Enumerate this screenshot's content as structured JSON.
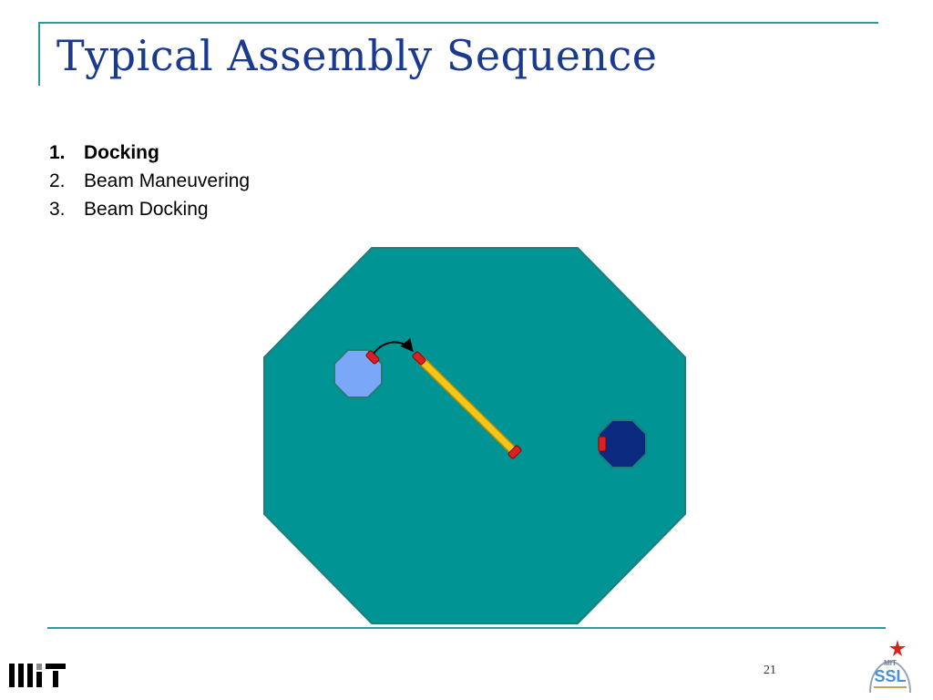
{
  "slide": {
    "title": "Typical Assembly Sequence",
    "page_number": "21"
  },
  "steps": [
    {
      "number": "1.",
      "label": "Docking",
      "active": true
    },
    {
      "number": "2.",
      "label": "Beam Maneuvering",
      "active": false
    },
    {
      "number": "3.",
      "label": "Beam Docking",
      "active": false
    }
  ],
  "logos": {
    "ssl_small": "MIT",
    "ssl_main": "SSL"
  },
  "colors": {
    "title": "#1a3a8f",
    "frame": "#2a9a9a",
    "platform": "#009494",
    "platform_stroke": "#1f7d7a",
    "robot_light": "#7aa7f7",
    "robot_dark": "#0a2a80",
    "beam": "#f2c71a",
    "docking_port": "#d92121"
  }
}
